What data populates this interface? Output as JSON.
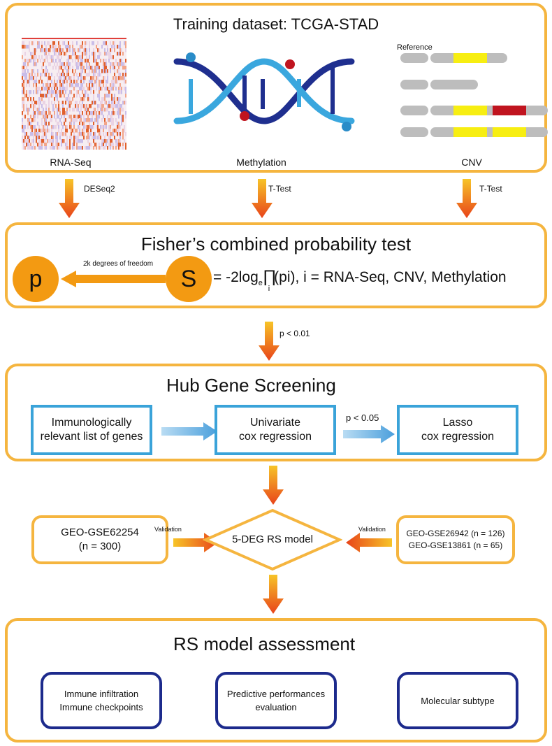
{
  "training": {
    "title": "Training dataset: TCGA-STAD",
    "rna_label": "RNA-Seq",
    "meth_label": "Methylation",
    "cnv_label": "CNV",
    "cnv_reference": "Reference"
  },
  "arrows_top": {
    "rna_method": "DESeq2",
    "meth_method": "T-Test",
    "cnv_method": "T-Test"
  },
  "fisher": {
    "title": "Fisher’s combined probability test",
    "p_symbol": "p",
    "s_symbol": "S",
    "dof_label": "2k degrees of freedom",
    "formula_prefix": "= -2log",
    "formula_sub_e": "e",
    "formula_prod": "∏",
    "formula_sub_i": "i",
    "formula_suffix": "(pi), i = RNA-Seq, CNV, Methylation"
  },
  "threshold_1": "p < 0.01",
  "hub": {
    "title": "Hub Gene Screening",
    "box1_line1": "Immunologically",
    "box1_line2": "relevant list of genes",
    "box2_line1": "Univariate",
    "box2_line2": "cox regression",
    "box3_line1": "Lasso",
    "box3_line2": "cox regression",
    "threshold": "p < 0.05"
  },
  "validation": {
    "left_line1": "GEO-GSE62254",
    "left_line2": "(n = 300)",
    "left_arrow_label": "Validation",
    "model": "5-DEG RS model",
    "right_arrow_label": "Validation",
    "right_line1": "GEO-GSE26942 (n = 126)",
    "right_line2": "GEO-GSE13861 (n = 65)"
  },
  "assessment": {
    "title": "RS model assessment",
    "box1_line1": "Immune infiltration",
    "box1_line2": "Immune checkpoints",
    "box2_line1": "Predictive performances",
    "box2_line2": "evaluation",
    "box3_line1": "Molecular subtype"
  },
  "colors": {
    "panel_border": "#f5b53f",
    "orange": "#f39a12",
    "blue_box": "#3aa3d9",
    "navy_box": "#1c2a8c",
    "dna_dark": "#1f2f8f",
    "dna_light": "#3aa7de",
    "cnv_yellow": "#f7ee12",
    "cnv_red": "#c0141f",
    "cnv_gray": "#bdbdbd"
  }
}
